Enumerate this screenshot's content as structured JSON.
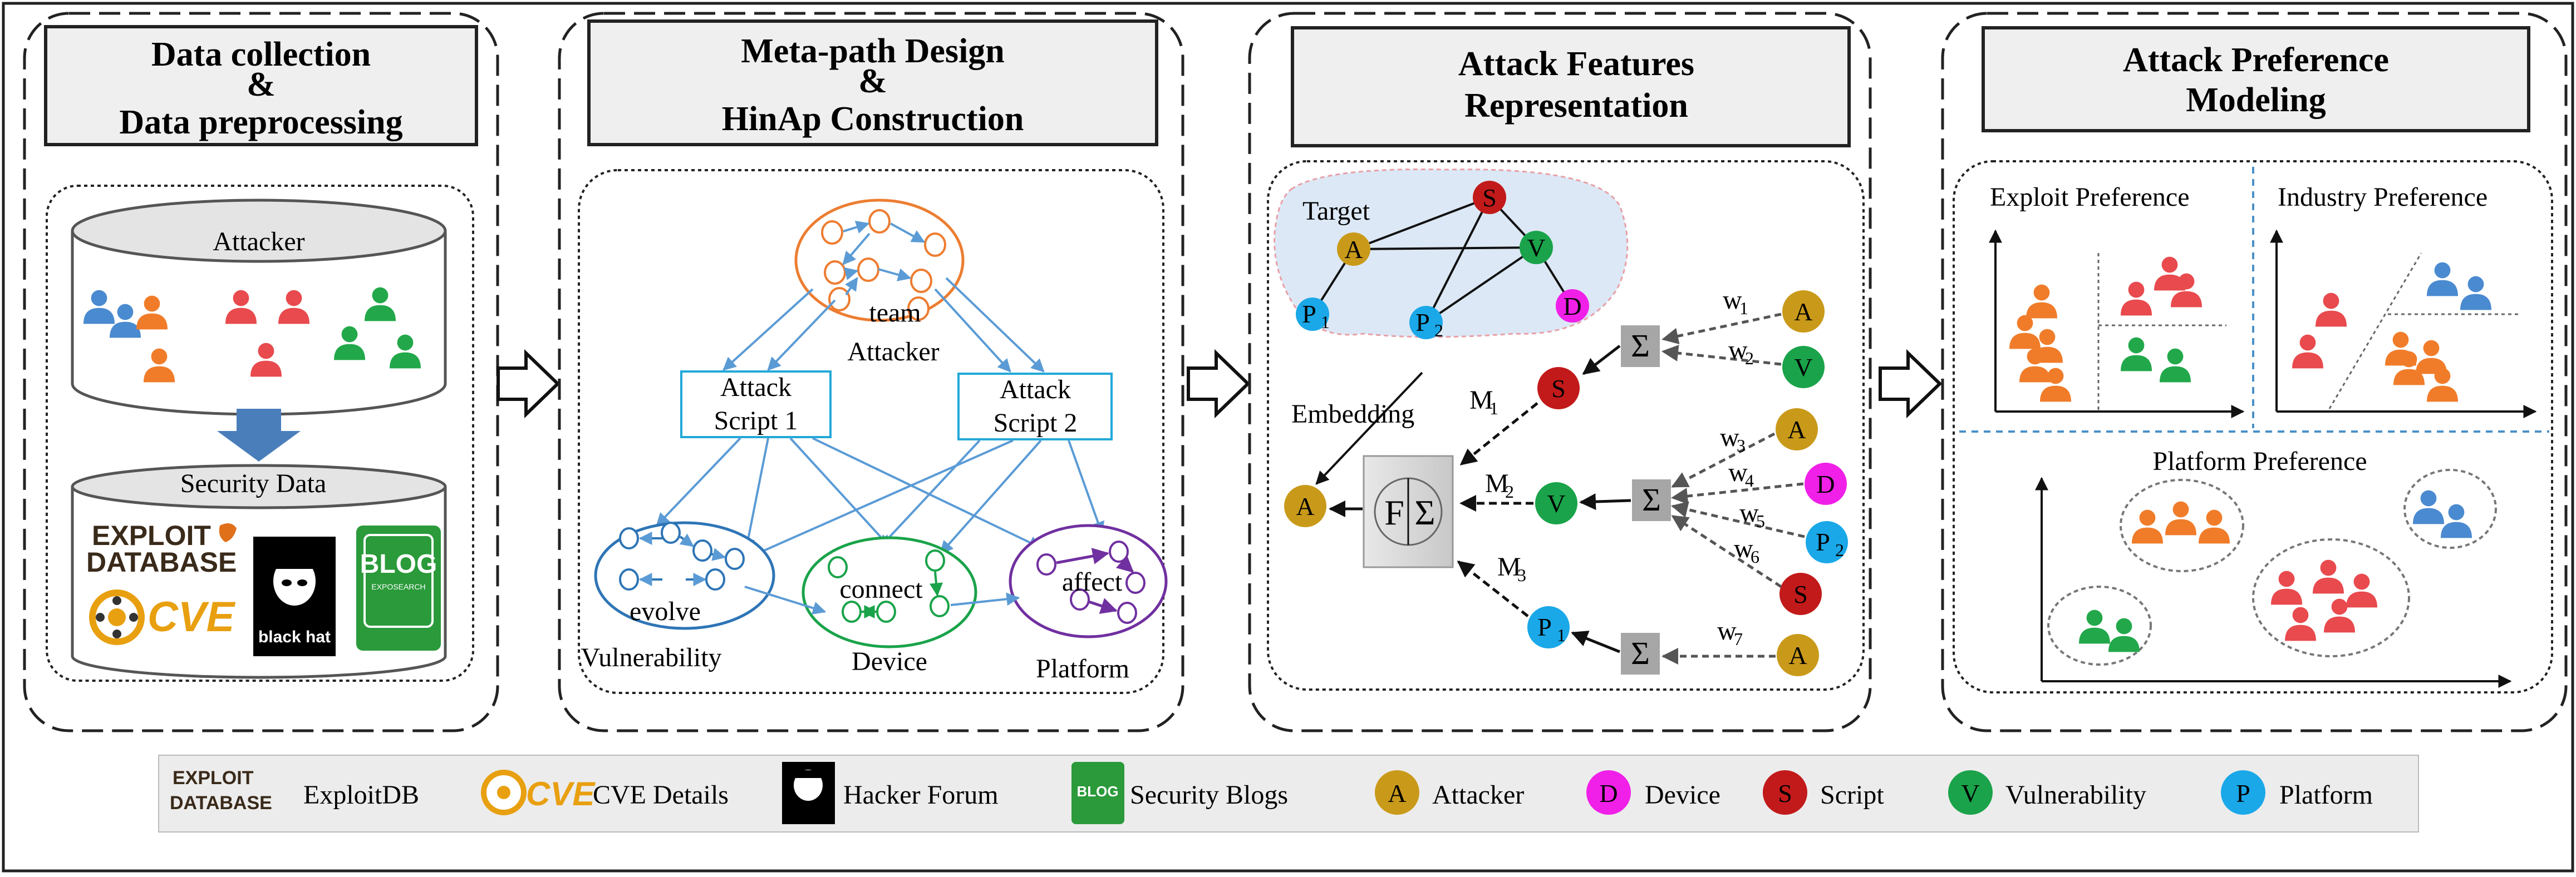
{
  "panel1": {
    "title_line1": "Data collection",
    "title_line2": "&",
    "title_line3": "Data preprocessing",
    "attacker_label": "Attacker",
    "security_label": "Security Data",
    "exploit_logo_line1": "EXPLOIT",
    "exploit_logo_line2": "DATABASE",
    "cve_logo": "CVE",
    "blackhat_logo": "black hat",
    "blog_logo": "BLOG",
    "blog_sub": "EXPOSEARCH"
  },
  "panel2": {
    "title_line1": "Meta-path Design",
    "title_line2": "&",
    "title_line3": "HinAp Construction",
    "attacker_label": "Attacker",
    "team_label": "team",
    "script1_line1": "Attack",
    "script1_line2": "Script 1",
    "script2_line1": "Attack",
    "script2_line2": "Script 2",
    "evolve_label": "evolve",
    "connect_label": "connect",
    "affect_label": "affect",
    "vuln_label": "Vulnerability",
    "device_label": "Device",
    "platform_label": "Platform"
  },
  "panel3": {
    "title_line1": "Attack Features",
    "title_line2": "Representation",
    "target_label": "Target",
    "embedding_label": "Embedding",
    "node_A": "A",
    "node_S": "S",
    "node_V": "V",
    "node_D": "D",
    "node_P": "P",
    "sub_1": "1",
    "sub_2": "2",
    "sub_3": "3",
    "sub_4": "4",
    "sub_5": "5",
    "sub_6": "6",
    "sub_7": "7",
    "m_label": "M",
    "w_label": "w",
    "sigma": "Σ",
    "f_label": "F"
  },
  "panel4": {
    "title_line1": "Attack Preference",
    "title_line2": "Modeling",
    "exploit_pref": "Exploit Preference",
    "industry_pref": "Industry Preference",
    "platform_pref": "Platform Preference"
  },
  "legend": {
    "exploitdb": "ExploitDB",
    "cve": "CVE Details",
    "forum": "Hacker Forum",
    "blogs": "Security Blogs",
    "attacker": "Attacker",
    "device": "Device",
    "script": "Script",
    "vulnerability": "Vulnerability",
    "platform": "Platform",
    "letter_A": "A",
    "letter_D": "D",
    "letter_S": "S",
    "letter_V": "V",
    "letter_P": "P"
  },
  "colors": {
    "attacker": "#c99a1a",
    "script": "#c21a1a",
    "vulnerability": "#1aa34a",
    "device": "#f020e8",
    "platform": "#1aa8e8",
    "orange": "#f07c2a",
    "red": "#e84a4e",
    "green": "#22a84a",
    "blue": "#4a8ad0",
    "cyan_box": "#22a8d8",
    "arrow_blue": "#5b9bd5",
    "purple": "#7030a0",
    "sigma_box": "#a6a6a6"
  }
}
